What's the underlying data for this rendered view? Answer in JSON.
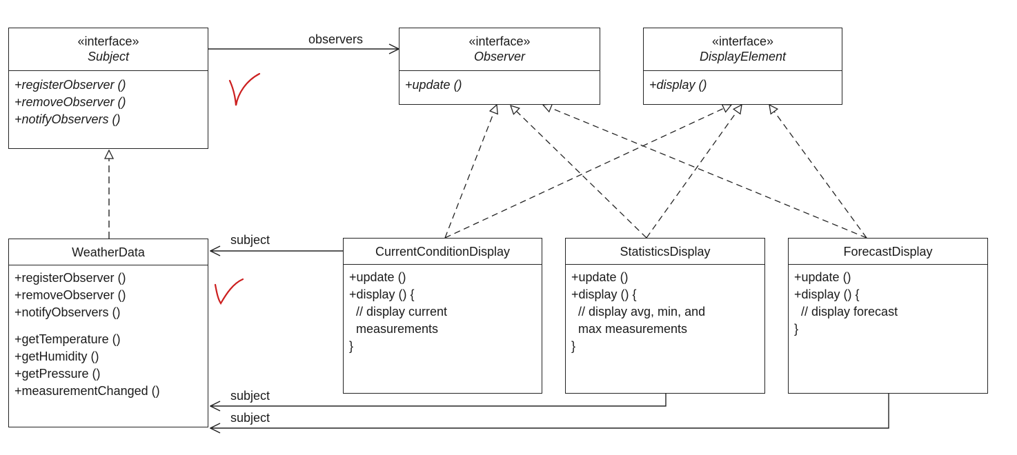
{
  "subject": {
    "stereotype": "«interface»",
    "name": "Subject",
    "ops": [
      "+registerObserver ()",
      "+removeObserver ()",
      "+notifyObservers ()"
    ]
  },
  "observer": {
    "stereotype": "«interface»",
    "name": "Observer",
    "ops": [
      "+update ()"
    ]
  },
  "display_element": {
    "stereotype": "«interface»",
    "name": "DisplayElement",
    "ops": [
      "+display ()"
    ]
  },
  "weather_data": {
    "name": "WeatherData",
    "ops_group1": [
      "+registerObserver ()",
      "+removeObserver ()",
      "+notifyObservers ()"
    ],
    "ops_group2": [
      "+getTemperature ()",
      "+getHumidity ()",
      "+getPressure ()",
      "+measurementChanged ()"
    ]
  },
  "current_display": {
    "name": "CurrentConditionDisplay",
    "lines": [
      "+update ()",
      "+display () {",
      "  // display current",
      "  measurements",
      "}"
    ]
  },
  "statistics_display": {
    "name": "StatisticsDisplay",
    "lines": [
      "+update ()",
      "+display () {",
      "  // display avg, min, and",
      "  max measurements",
      "}"
    ]
  },
  "forecast_display": {
    "name": "ForecastDisplay",
    "lines": [
      "+update ()",
      "+display () {",
      "  // display forecast",
      "}"
    ]
  },
  "edges": {
    "observers": "observers",
    "subject_current": "subject",
    "subject_statistics": "subject",
    "subject_forecast": "subject"
  },
  "colors": {
    "line": "#222222",
    "annotation": "#cc1f1f"
  }
}
